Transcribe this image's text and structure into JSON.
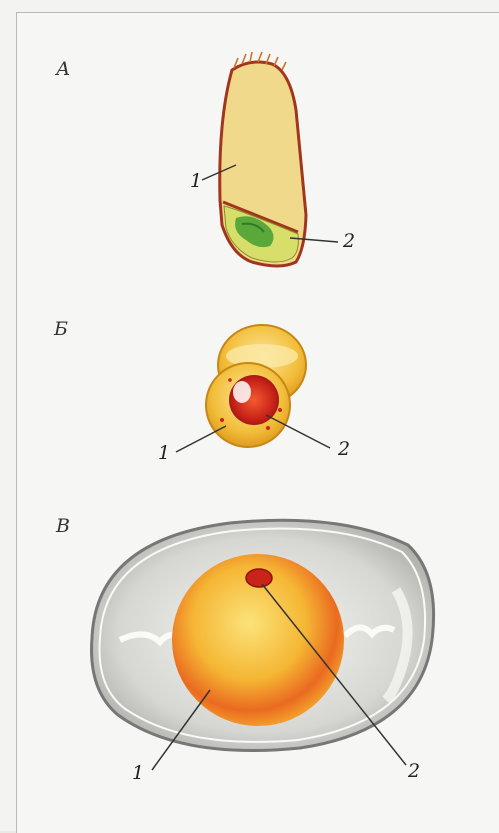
{
  "panels": [
    {
      "letter": "А",
      "labels": [
        "1",
        "2"
      ]
    },
    {
      "letter": "Б",
      "labels": [
        "1",
        "2"
      ]
    },
    {
      "letter": "В",
      "labels": [
        "1",
        "2"
      ]
    }
  ],
  "colors": {
    "endosperm": "#f2d98a",
    "seed_coat": "#a2361d",
    "embryo": "#7fbf44",
    "yolk_outer": "#f3a221",
    "yolk_inner": "#f7d24b",
    "germinal_disc": "#cf2b20",
    "shell": "#8a8a86"
  }
}
